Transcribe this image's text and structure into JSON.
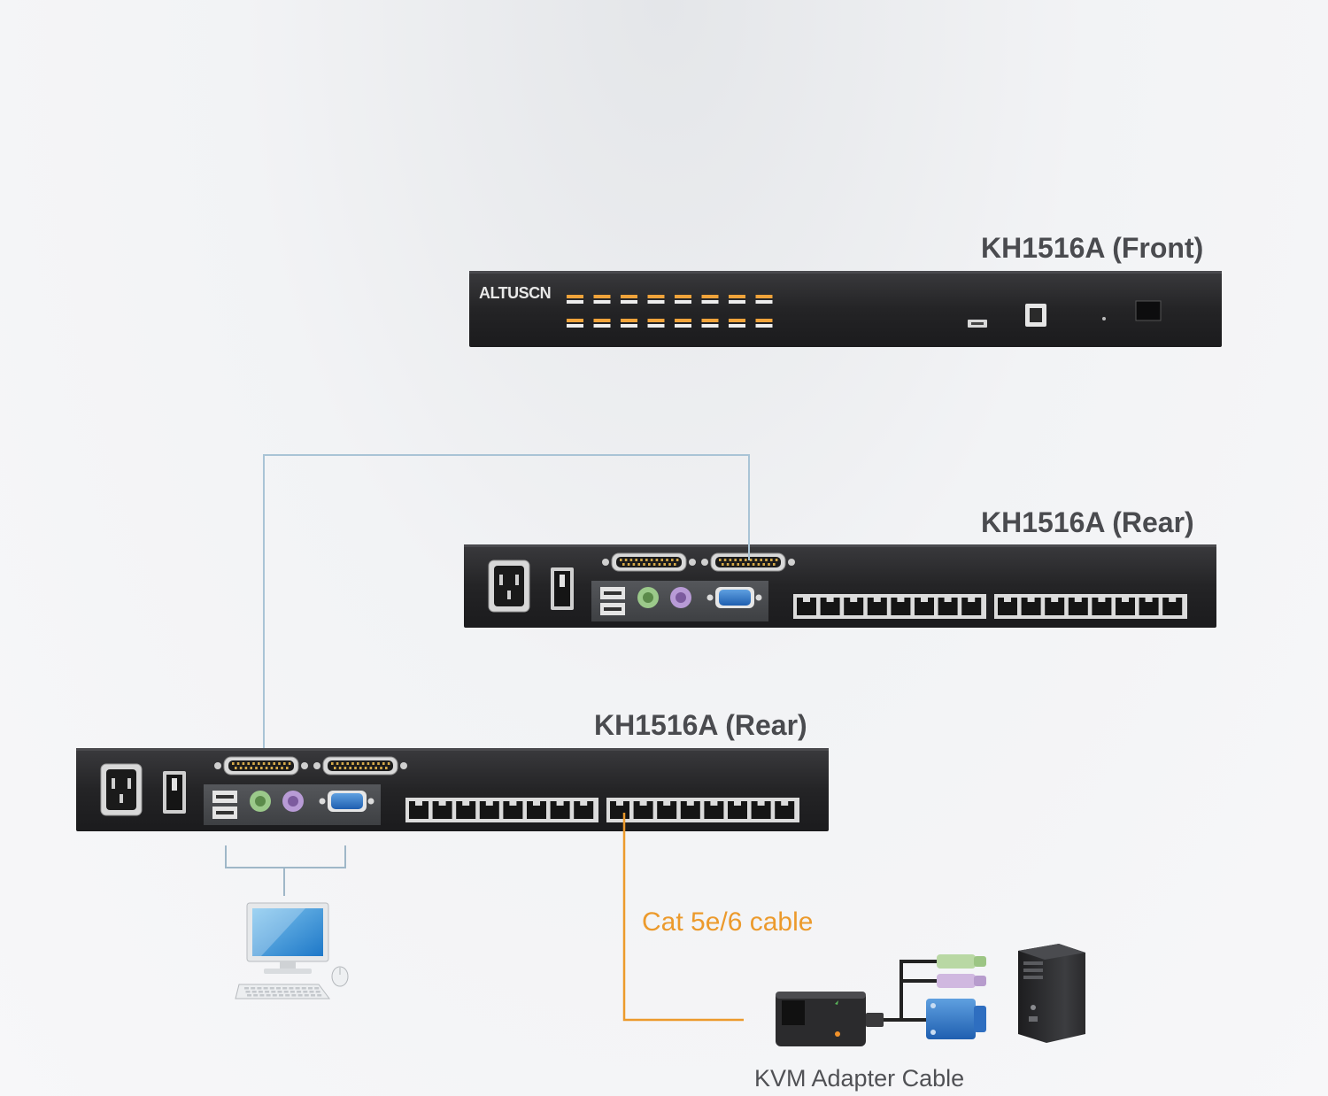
{
  "labels": {
    "front_title": "KH1516A (Front)",
    "rear_upper_title": "KH1516A (Rear)",
    "rear_lower_title": "KH1516A (Rear)",
    "cable_label": "Cat 5e/6 cable",
    "adapter_label": "KVM Adapter Cable",
    "brand_logo": "ALTUSCN"
  },
  "colors": {
    "device_body": "#2a2a2c",
    "daisy_chain_cable": "#a9c4d6",
    "cat_cable": "#ec9a2c",
    "console_cable": "#9fb7c8"
  }
}
